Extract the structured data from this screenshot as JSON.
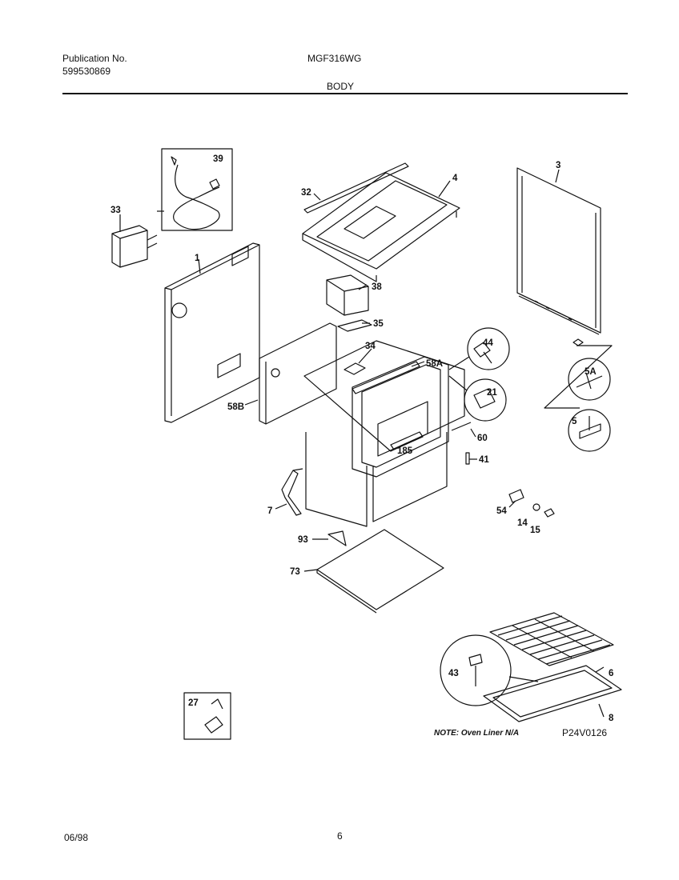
{
  "header": {
    "publication_label": "Publication No.",
    "publication_number": "599530869",
    "model": "MGF316WG",
    "section": "BODY"
  },
  "parts": {
    "p39": "39",
    "p33": "33",
    "p32": "32",
    "p4": "4",
    "p3": "3",
    "p1": "1",
    "p38": "38",
    "p35": "35",
    "p34": "34",
    "p58A": "58A",
    "p44": "44",
    "p21": "21",
    "p5A": "5A",
    "p5": "5",
    "p58B": "58B",
    "p60": "60",
    "p185": "185",
    "p41": "41",
    "p7": "7",
    "p54": "54",
    "p14": "14",
    "p15": "15",
    "p93": "93",
    "p73": "73",
    "p43": "43",
    "p6": "6",
    "p8": "8",
    "p27": "27"
  },
  "note": "NOTE: Oven Liner N/A",
  "diagram_code": "P24V0126",
  "footer": {
    "date": "06/98",
    "page": "6"
  }
}
